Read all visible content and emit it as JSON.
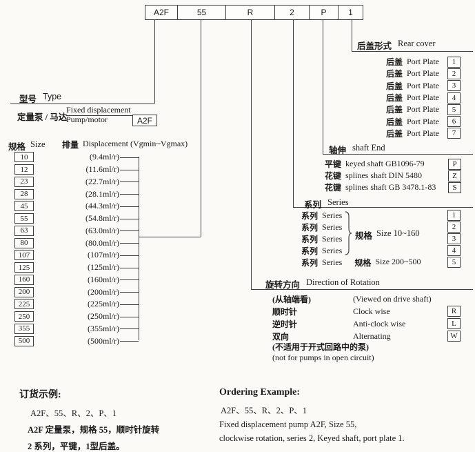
{
  "code_strip": {
    "cells": [
      "A2F",
      "55",
      "R",
      "2",
      "P",
      "1"
    ]
  },
  "type_section": {
    "header_cn": "型号",
    "header_en": "Type",
    "pump_cn": "定量泵 / 马达",
    "pump_en1": "Fixed displacement",
    "pump_en2": "Pump/motor",
    "pump_code": "A2F"
  },
  "size_section": {
    "header_cn": "规格",
    "header_en": "Size",
    "disp_header_cn": "排量",
    "disp_header_en": "Displacement (Vgmin~Vgmax)",
    "rows": [
      {
        "size": "10",
        "disp": "(9.4ml/r)"
      },
      {
        "size": "12",
        "disp": "(11.6ml/r)"
      },
      {
        "size": "23",
        "disp": "(22.7ml/r)"
      },
      {
        "size": "28",
        "disp": "(28.1ml/r)"
      },
      {
        "size": "45",
        "disp": "(44.3ml/r)"
      },
      {
        "size": "55",
        "disp": "(54.8ml/r)"
      },
      {
        "size": "63",
        "disp": "(63.0ml/r)"
      },
      {
        "size": "80",
        "disp": "(80.0ml/r)"
      },
      {
        "size": "107",
        "disp": "(107ml/r)"
      },
      {
        "size": "125",
        "disp": "(125ml/r)"
      },
      {
        "size": "160",
        "disp": "(160ml/r)"
      },
      {
        "size": "200",
        "disp": "(200ml/r)"
      },
      {
        "size": "225",
        "disp": "(225ml/r)"
      },
      {
        "size": "250",
        "disp": "(250ml/r)"
      },
      {
        "size": "355",
        "disp": "(355ml/r)"
      },
      {
        "size": "500",
        "disp": "(500ml/r)"
      }
    ]
  },
  "rear_cover": {
    "header_cn": "后盖形式",
    "header_en": "Rear cover",
    "row_label_cn": "后盖",
    "row_label_en": "Port Plate",
    "codes": [
      "1",
      "2",
      "3",
      "4",
      "5",
      "6",
      "7"
    ]
  },
  "shaft_end": {
    "header_cn": "轴伸",
    "header_en": "shaft End",
    "rows": [
      {
        "cn": "平键",
        "en": "keyed shaft GB1096-79",
        "code": "P"
      },
      {
        "cn": "花键",
        "en": "splines shaft DIN 5480",
        "code": "Z"
      },
      {
        "cn": "花键",
        "en": "splines shaft GB 3478.1-83",
        "code": "S"
      }
    ]
  },
  "series": {
    "header_cn": "系列",
    "header_en": "Series",
    "row_cn": "系列",
    "row_en": "Series",
    "group_cn": "规格",
    "group_en": "Size 10~160",
    "row5_cn": "规格",
    "row5_en": "Size 200~500",
    "codes": [
      "1",
      "2",
      "3",
      "4",
      "5"
    ]
  },
  "rotation": {
    "header_cn": "旋转方向",
    "header_en": "Direction of Rotation",
    "view_cn": "(从轴端看)",
    "view_en": "(Viewed on drive shaft)",
    "rows": [
      {
        "cn": "顺时针",
        "en": "Clock wise",
        "code": "R"
      },
      {
        "cn": "逆时针",
        "en": "Anti-clock wise",
        "code": "L"
      },
      {
        "cn": "双向",
        "en": "Alternating",
        "code": "W"
      }
    ],
    "footnote_cn": "(不适用于开式回路中的泵)",
    "footnote_en": "(not for pumps in open circuit)"
  },
  "example_cn": {
    "header": "订货示例:",
    "line1": "A2F、55、R、2、P、1",
    "line2": "A2F 定量泵，规格 55，顺时针旋转",
    "line3": "2 系列，平键，1型后盖。"
  },
  "example_en": {
    "header": "Ordering Example:",
    "line1": "A2F、55、R、2、P、1",
    "line2": "Fixed displacement pump A2F, Size 55,",
    "line3": "clockwise rotation, series 2, Keyed shaft, port plate 1."
  }
}
